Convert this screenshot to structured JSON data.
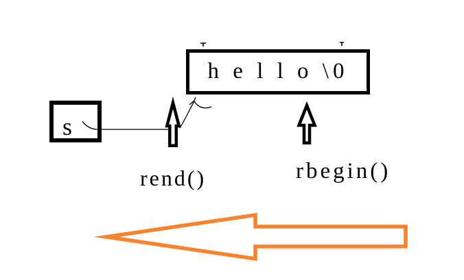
{
  "colors": {
    "background": "#ffffff",
    "ink": "#000000",
    "accent": "#f8822d"
  },
  "string_box": {
    "text": "h e l l o \\0"
  },
  "variable_box": {
    "text": "s"
  },
  "labels": {
    "rend": "rend()",
    "rbegin": "rbegin()"
  },
  "icons": {
    "rend_arrow": "up-block-arrow",
    "rbegin_arrow": "up-block-arrow",
    "direction_arrow": "left-block-arrow"
  }
}
